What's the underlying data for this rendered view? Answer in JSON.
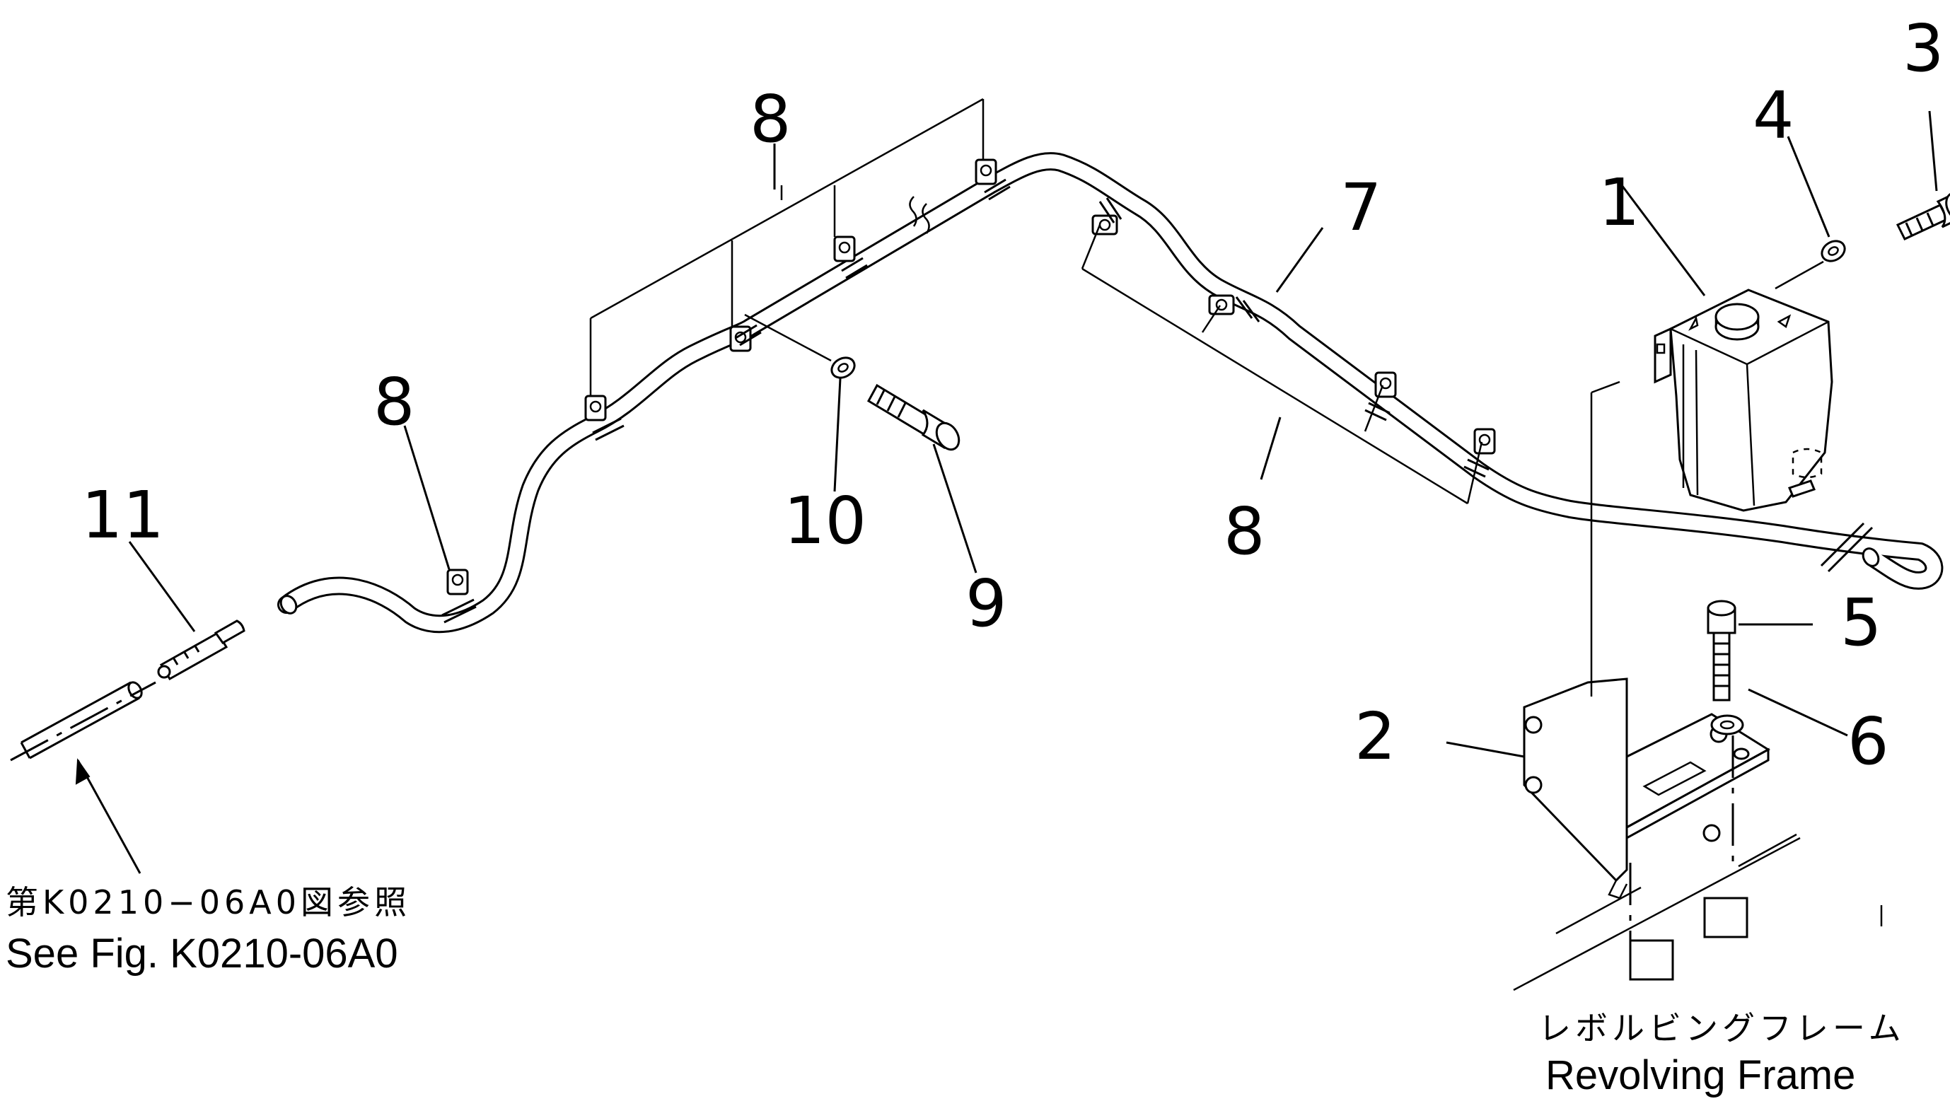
{
  "callouts": {
    "c1": "1",
    "c2": "2",
    "c3": "3",
    "c4": "4",
    "c5": "5",
    "c6": "6",
    "c7": "7",
    "c8_top": "8",
    "c8_left": "8",
    "c8_right": "8",
    "c9": "9",
    "c10": "10",
    "c11": "11"
  },
  "reference_note": {
    "japanese": "第K0210−06A0図参照",
    "english": "See Fig. K0210-06A0"
  },
  "frame_label": {
    "japanese": "レボルビングフレーム",
    "english": "Revolving Frame"
  }
}
